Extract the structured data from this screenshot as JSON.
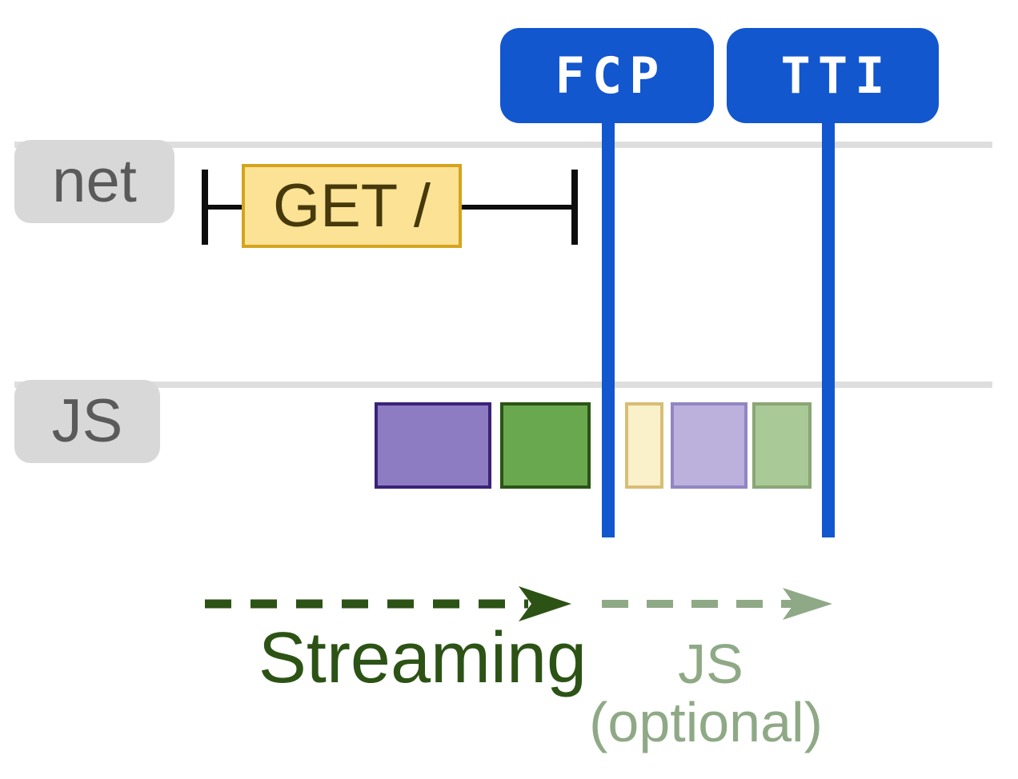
{
  "badges": {
    "fcp": {
      "label": "FCP",
      "color": "#1257ce"
    },
    "tti": {
      "label": "TTI",
      "color": "#1257ce"
    }
  },
  "tracks": {
    "net": {
      "label": "net"
    },
    "js": {
      "label": "JS"
    }
  },
  "network": {
    "request_label": "GET /",
    "box_fill": "#fce294",
    "box_border": "#d5a41e",
    "text_color": "#46390b",
    "bracket_color": "#0d0d0d"
  },
  "js_blocks": [
    {
      "name": "block-purple",
      "fill": "#8e7cc3",
      "border": "#3a2377"
    },
    {
      "name": "block-green",
      "fill": "#6aa84f",
      "border": "#2a5414"
    },
    {
      "name": "block-light-yellow",
      "fill": "#faf1cb",
      "border": "#d9bd74"
    },
    {
      "name": "block-light-purple",
      "fill": "#bcb0dc",
      "border": "#9186c2"
    },
    {
      "name": "block-light-green",
      "fill": "#a9ca97",
      "border": "#8aa675"
    }
  ],
  "phases": {
    "streaming": {
      "label": "Streaming",
      "color": "#2c5315"
    },
    "js": {
      "label": "JS",
      "sublabel": "(optional)",
      "color": "#8fa986"
    }
  },
  "colors": {
    "marker_blue": "#1257ce",
    "track_gray": "#dedede",
    "label_bg": "#d8d8d8",
    "label_text": "#5a5a5a"
  }
}
